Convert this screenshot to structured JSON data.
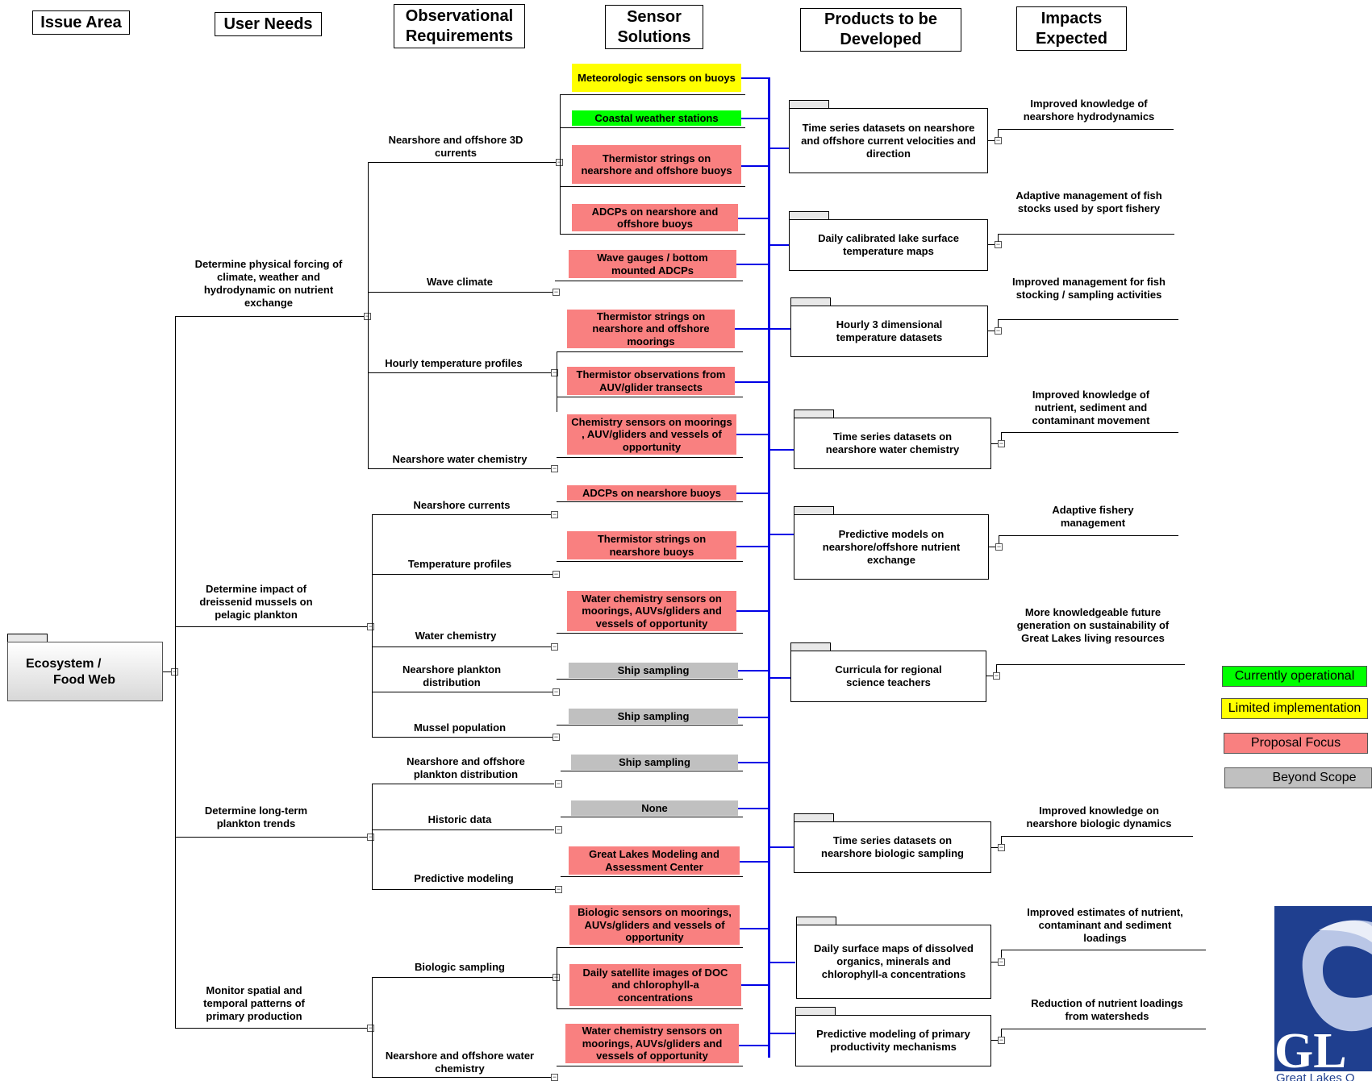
{
  "headers": {
    "issue_area": "Issue Area",
    "user_needs": "User Needs",
    "observational": "Observational Requirements",
    "sensor": "Sensor Solutions",
    "products": "Products to be Developed",
    "impacts": "Impacts Expected"
  },
  "root": {
    "line1": "Ecosystem /",
    "line2": "Food Web"
  },
  "user_needs": [
    "Determine physical forcing of climate, weather and hydrodynamic on nutrient exchange",
    "Determine impact of dreissenid mussels on pelagic plankton",
    "Determine long-term plankton trends",
    "Monitor spatial and temporal patterns of primary production"
  ],
  "observational": [
    "Nearshore and offshore 3D currents",
    "Wave climate",
    "Hourly temperature profiles",
    "Nearshore water chemistry",
    "Nearshore currents",
    "Temperature profiles",
    "Water chemistry",
    "Nearshore plankton distribution",
    "Mussel population",
    "Nearshore and offshore plankton distribution",
    "Historic data",
    "Predictive modeling",
    "Biologic sampling",
    "Nearshore and offshore water chemistry"
  ],
  "sensors": [
    "Meteorologic sensors on buoys",
    "Coastal weather stations",
    "Thermistor strings on nearshore and offshore buoys",
    "ADCPs on nearshore and offshore buoys",
    "Wave gauges / bottom mounted ADCPs",
    "Thermistor strings on nearshore and offshore moorings",
    "Thermistor observations from AUV/glider transects",
    "Chemistry sensors on moorings , AUV/gliders and vessels of opportunity",
    "ADCPs on nearshore buoys",
    "Thermistor strings on nearshore buoys",
    "Water chemistry sensors on moorings, AUVs/gliders and vessels of opportunity",
    "Ship sampling",
    "Ship sampling",
    "Ship sampling",
    "None",
    "Great Lakes Modeling and Assessment Center",
    "Biologic sensors on moorings, AUVs/gliders and vessels of opportunity",
    "Daily satellite images of DOC and chlorophyll-a concentrations",
    "Water chemistry sensors on moorings, AUVs/gliders and vessels of opportunity"
  ],
  "products": [
    "Time series datasets on nearshore and offshore current velocities and direction",
    "Daily calibrated lake surface temperature maps",
    "Hourly 3 dimensional temperature datasets",
    "Time series datasets on nearshore water chemistry",
    "Predictive models on nearshore/offshore nutrient exchange",
    "Curricula for regional science teachers",
    "Time series datasets on nearshore biologic sampling",
    "Daily surface maps of dissolved organics, minerals and chlorophyll-a concentrations",
    "Predictive modeling of primary productivity mechanisms"
  ],
  "impacts": [
    "Improved knowledge of nearshore hydrodynamics",
    "Adaptive management of fish stocks used by sport fishery",
    "Improved management for fish stocking / sampling activities",
    "Improved knowledge of nutrient, sediment and contaminant movement",
    "Adaptive fishery management",
    "More knowledgeable future generation on sustainability of Great Lakes living resources",
    "Improved knowledge on nearshore biologic dynamics",
    "Improved estimates of nutrient, contaminant and sediment loadings",
    "Reduction of nutrient loadings from watersheds"
  ],
  "legend": {
    "operational": "Currently operational",
    "limited": "Limited implementation",
    "proposal": "Proposal Focus",
    "beyond": "Beyond Scope"
  },
  "colors": {
    "operational": "#00ff00",
    "limited": "#ffff00",
    "proposal": "#f98080",
    "beyond": "#c0c0c0",
    "connector": "#0000e6",
    "logo": "#1f3f8f"
  },
  "logo": {
    "text": "GL",
    "subtitle": "Great Lakes O"
  }
}
